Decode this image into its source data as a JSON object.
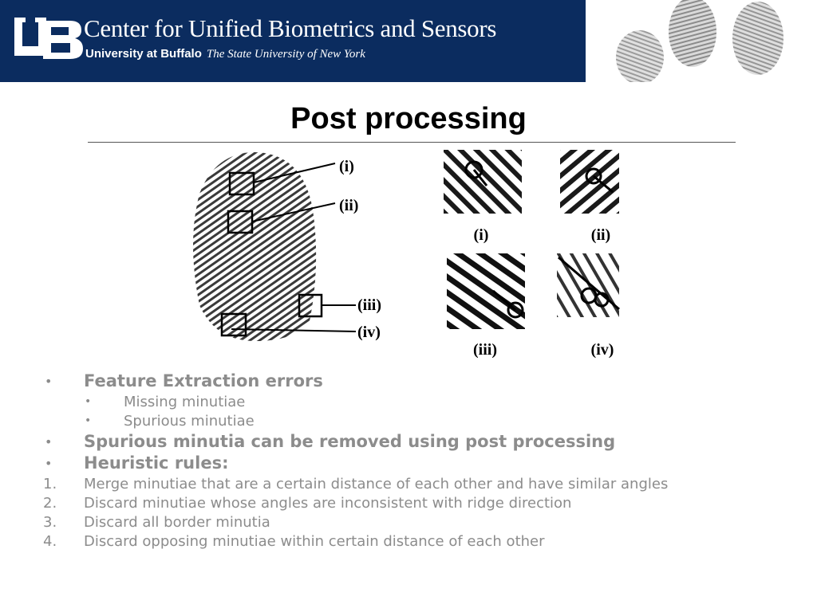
{
  "banner": {
    "logo_text": "UB",
    "title": "Center for Unified Biometrics and Sensors",
    "university": "University at Buffalo",
    "state_univ": "The State University of New York",
    "bg_color": "#0b2c5f"
  },
  "slide": {
    "title": "Post processing"
  },
  "figure": {
    "callouts": [
      "(i)",
      "(ii)",
      "(iii)",
      "(iv)"
    ],
    "zoom_labels": [
      "(i)",
      "(ii)",
      "(iii)",
      "(iv)"
    ]
  },
  "bullets": {
    "feature_errors": "Feature Extraction errors",
    "missing": "Missing minutiae",
    "spurious": "Spurious minutiae",
    "removed": "Spurious minutia can be removed using post processing",
    "heuristic": "Heuristic rules:",
    "rules": [
      {
        "num": "1.",
        "text": "Merge minutiae that are a certain distance of each other and have similar angles"
      },
      {
        "num": "2.",
        "text": "Discard minutiae whose angles are inconsistent with ridge direction"
      },
      {
        "num": "3.",
        "text": "Discard all border minutia"
      },
      {
        "num": "4.",
        "text": "Discard opposing minutiae within certain distance of each other"
      }
    ],
    "text_color": "#8c8c8c"
  }
}
